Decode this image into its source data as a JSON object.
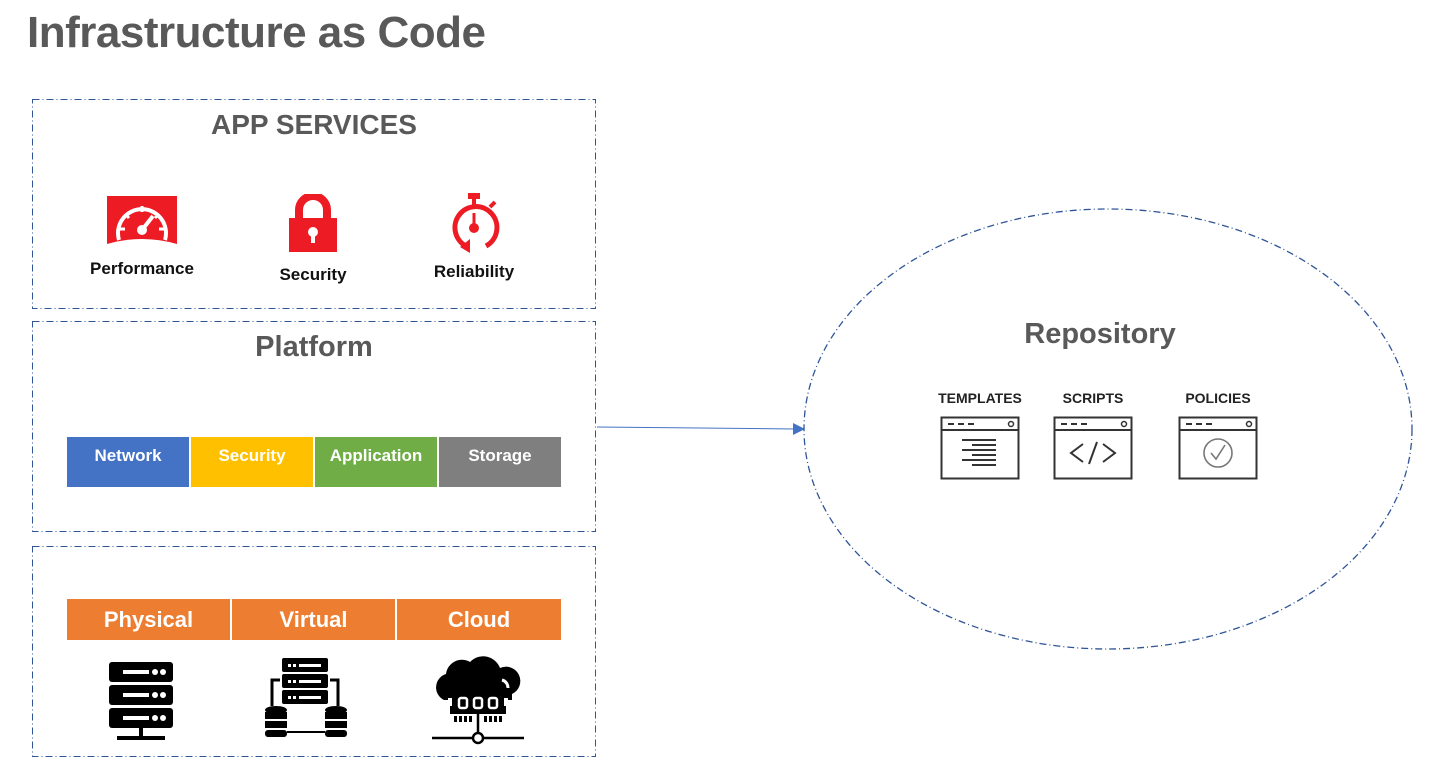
{
  "title": "Infrastructure as Code",
  "colors": {
    "border": "#2f5597",
    "red": "#ed1c24",
    "network": "#4472c4",
    "security": "#ffc000",
    "application": "#70ad47",
    "storage": "#7f7f7f",
    "orange": "#ed7d31"
  },
  "app_services": {
    "title": "APP SERVICES",
    "items": [
      {
        "label": "Performance",
        "icon": "speedometer-icon"
      },
      {
        "label": "Security",
        "icon": "padlock-icon"
      },
      {
        "label": "Reliability",
        "icon": "stopwatch-icon"
      }
    ]
  },
  "platform": {
    "title": "Platform",
    "blocks": [
      {
        "label": "Network"
      },
      {
        "label": "Security"
      },
      {
        "label": "Application"
      },
      {
        "label": "Storage"
      }
    ]
  },
  "infrastructure": {
    "blocks": [
      {
        "label": "Physical",
        "icon": "server-rack-icon"
      },
      {
        "label": "Virtual",
        "icon": "virtual-server-icon"
      },
      {
        "label": "Cloud",
        "icon": "cloud-server-icon"
      }
    ]
  },
  "repository": {
    "title": "Repository",
    "items": [
      {
        "label": "TEMPLATES",
        "icon": "template-window-icon"
      },
      {
        "label": "SCRIPTS",
        "icon": "code-window-icon"
      },
      {
        "label": "POLICIES",
        "icon": "policy-window-icon"
      }
    ]
  }
}
